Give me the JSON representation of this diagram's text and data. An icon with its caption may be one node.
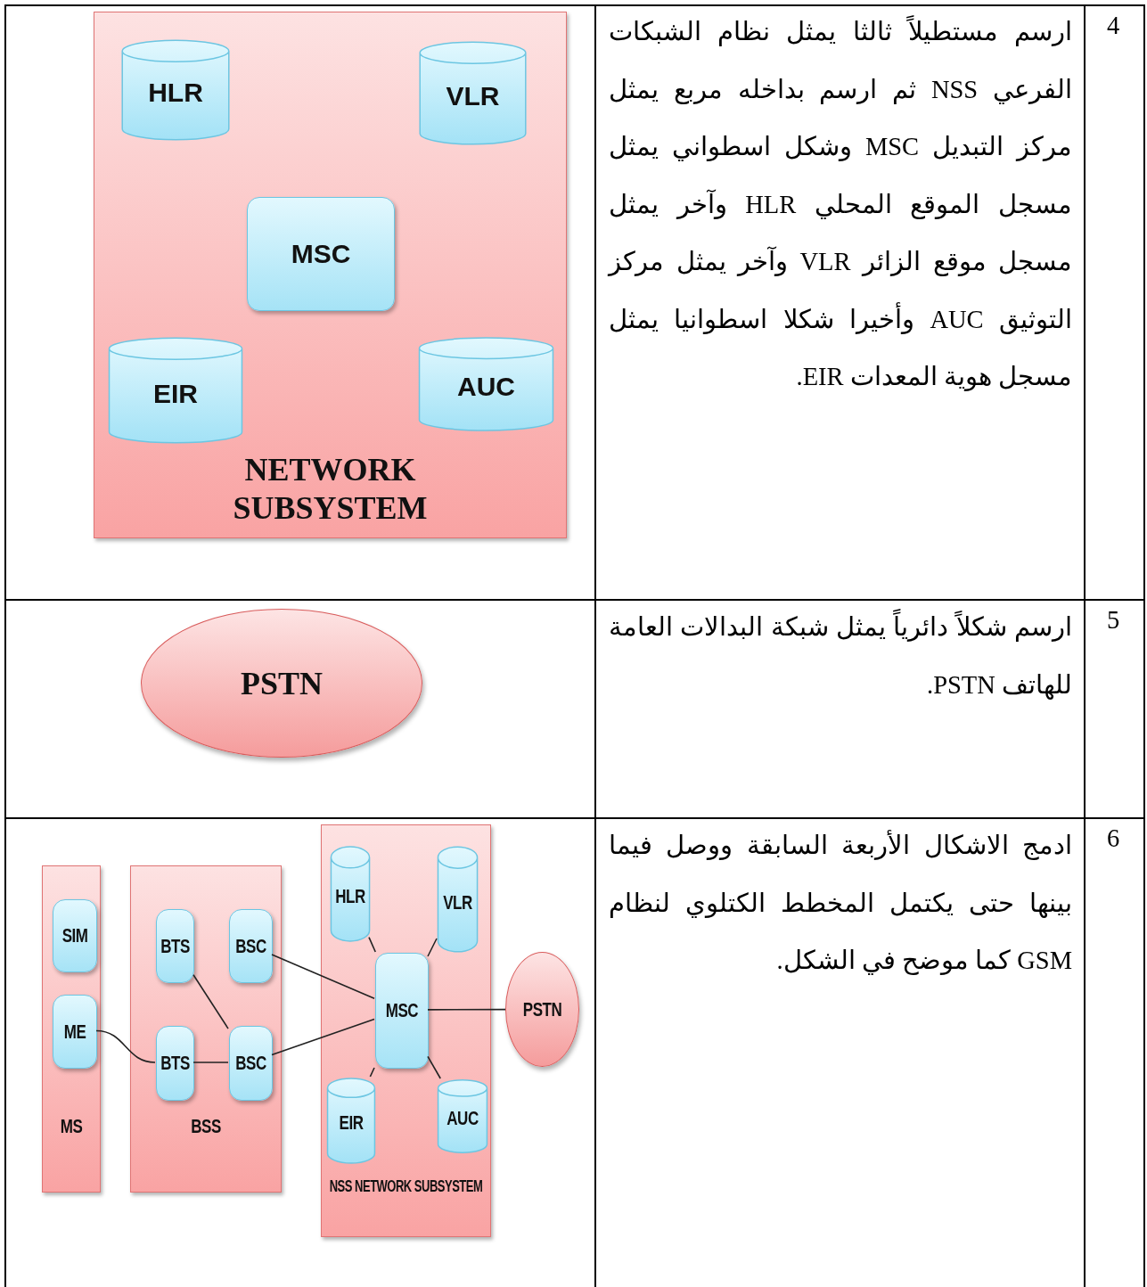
{
  "diagram": {
    "nodes": [
      {
        "text": [
          "NETWORK SUBSYSTEM"
        ]
      },
      {
        "text": [
          "HLR"
        ],
        "in": 0
      },
      {
        "text": [
          "VLR"
        ],
        "in": 0
      },
      {
        "text": [
          "MSC"
        ],
        "in": 0
      },
      {
        "text": [
          "EIR"
        ],
        "in": 0
      },
      {
        "text": [
          "AUC"
        ],
        "in": 0
      },
      {
        "text": [
          "PSTN"
        ]
      },
      {
        "text": [
          "MS"
        ]
      },
      {
        "text": [
          "SIM"
        ],
        "in": 7
      },
      {
        "text": [
          "ME"
        ],
        "in": 7
      },
      {
        "text": [
          "BSS"
        ]
      },
      {
        "text": [
          "BTS"
        ],
        "in": 10
      },
      {
        "text": [
          "BSC"
        ],
        "in": 10
      },
      {
        "text": [
          "BTS"
        ],
        "in": 10
      },
      {
        "text": [
          "BSC"
        ],
        "in": 10
      },
      {
        "text": [
          "NSS  NETWORK SUBSYSTEM"
        ]
      },
      {
        "text": [
          "HLR"
        ],
        "in": 15
      },
      {
        "text": [
          "VLR"
        ],
        "in": 15
      },
      {
        "text": [
          "MSC"
        ],
        "in": 15
      },
      {
        "text": [
          "EIR"
        ],
        "in": 15
      },
      {
        "text": [
          "AUC"
        ],
        "in": 15
      },
      {
        "text": [
          "PSTN"
        ]
      }
    ],
    "edges": [
      {
        "from": 9,
        "to": 13,
        "arrow": "none"
      },
      {
        "from": 11,
        "to": 14,
        "arrow": "none"
      },
      {
        "from": 13,
        "to": 14,
        "arrow": "none"
      },
      {
        "from": 12,
        "to": 18,
        "arrow": "none"
      },
      {
        "from": 14,
        "to": 18,
        "arrow": "none"
      },
      {
        "from": 16,
        "to": 18,
        "arrow": "none"
      },
      {
        "from": 17,
        "to": 18,
        "arrow": "none"
      },
      {
        "from": 19,
        "to": 18,
        "arrow": "none"
      },
      {
        "from": 20,
        "to": 18,
        "arrow": "none"
      },
      {
        "from": 18,
        "to": 21,
        "arrow": "none"
      }
    ],
    "labels": [
      "4",
      "ارسم مستطيلاً ثالثا يمثل نظام الشبكات الفرعي NSS ثم ارسم بداخله مربع يمثل مركز التبديل MSC وشكل اسطواني يمثل مسجل الموقع المحلي HLR وآخر يمثل مسجل موقع الزائر VLR وآخر يمثل مركز التوثيق AUC وأخيرا شكلا اسطوانيا يمثل مسجل هوية المعدات EIR.",
      "5",
      "ارسم شكلاً دائرياً يمثل شبكة البدالات العامة للهاتف PSTN.",
      "6",
      "ادمج الاشكال الأربعة السابقة ووصل فيما بينها حتى يكتمل المخطط الكتلوي لنظام GSM كما موضح في الشكل."
    ]
  }
}
